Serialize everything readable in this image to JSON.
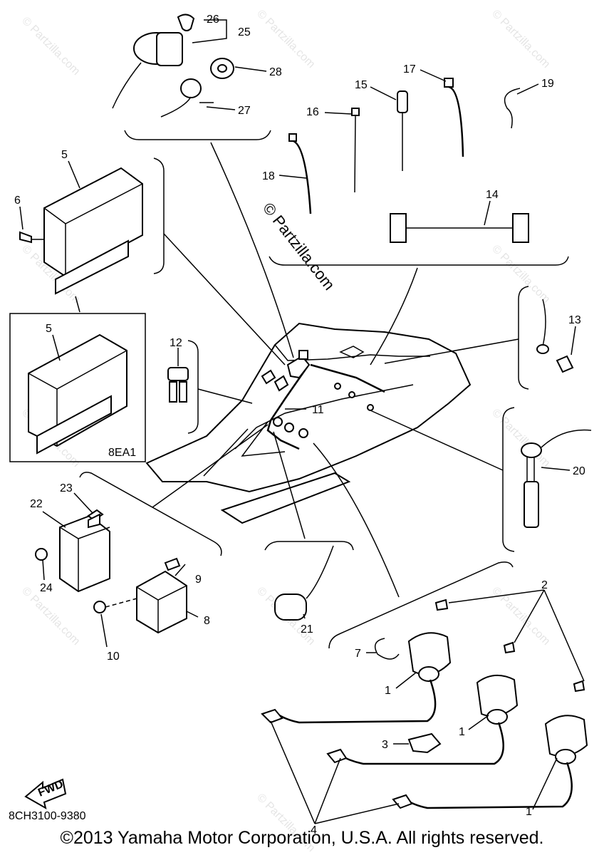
{
  "diagram": {
    "watermark": "© Partzilla.com",
    "code": "8CH3100-9380",
    "inset_label": "8EA1",
    "fwd_label": "FWD",
    "copyright": "©2013  Yamaha Motor Corporation, U.S.A. All rights reserved.",
    "callouts": [
      "26",
      "25",
      "28",
      "27",
      "15",
      "17",
      "19",
      "16",
      "18",
      "14",
      "5",
      "6",
      "5",
      "12",
      "13",
      "11",
      "20",
      "23",
      "22",
      "24",
      "9",
      "8",
      "10",
      "21",
      "2",
      "7",
      "1",
      "1",
      "3",
      "1",
      "4"
    ]
  }
}
